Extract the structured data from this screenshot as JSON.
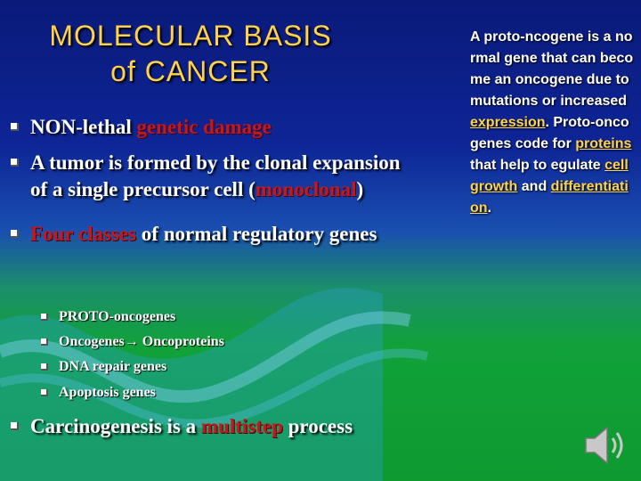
{
  "title": {
    "line1": "MOLECULAR  BASIS",
    "line2": "of  CANCER"
  },
  "bullets": [
    {
      "pre": "NON-lethal ",
      "red": "genetic damage",
      "post": ""
    },
    {
      "pre": "A tumor is formed by the clonal expansion of a single precursor cell (",
      "red": "monoclonal",
      "post": ")"
    },
    {
      "pre": "",
      "red": "Four classes",
      "post": " of normal regulatory genes"
    }
  ],
  "sub_bullets": [
    "PROTO-oncogenes",
    "Oncogenes→ Oncoproteins",
    "DNA repair genes",
    "Apoptosis genes"
  ],
  "last_bullet": {
    "pre": "Carcinogenesis is a ",
    "red": "multistep",
    "post": " process"
  },
  "side_text": {
    "p1": "A proto-ncogene is a normal gene that can become an oncogene due to mutations or increased ",
    "link1": "expression",
    "p2": ". Proto-oncogenes code for ",
    "link2": "proteins",
    "p3": " that help to egulate ",
    "link3": "cell growth",
    "p4": " and ",
    "link4": "differentiation",
    "p5": "."
  },
  "colors": {
    "title": "#ffd24a",
    "highlight": "#c4181c",
    "link": "#ffd24a",
    "text": "#ffffff"
  },
  "icons": {
    "bullet": "square-bullet-icon",
    "speaker": "speaker-icon"
  }
}
